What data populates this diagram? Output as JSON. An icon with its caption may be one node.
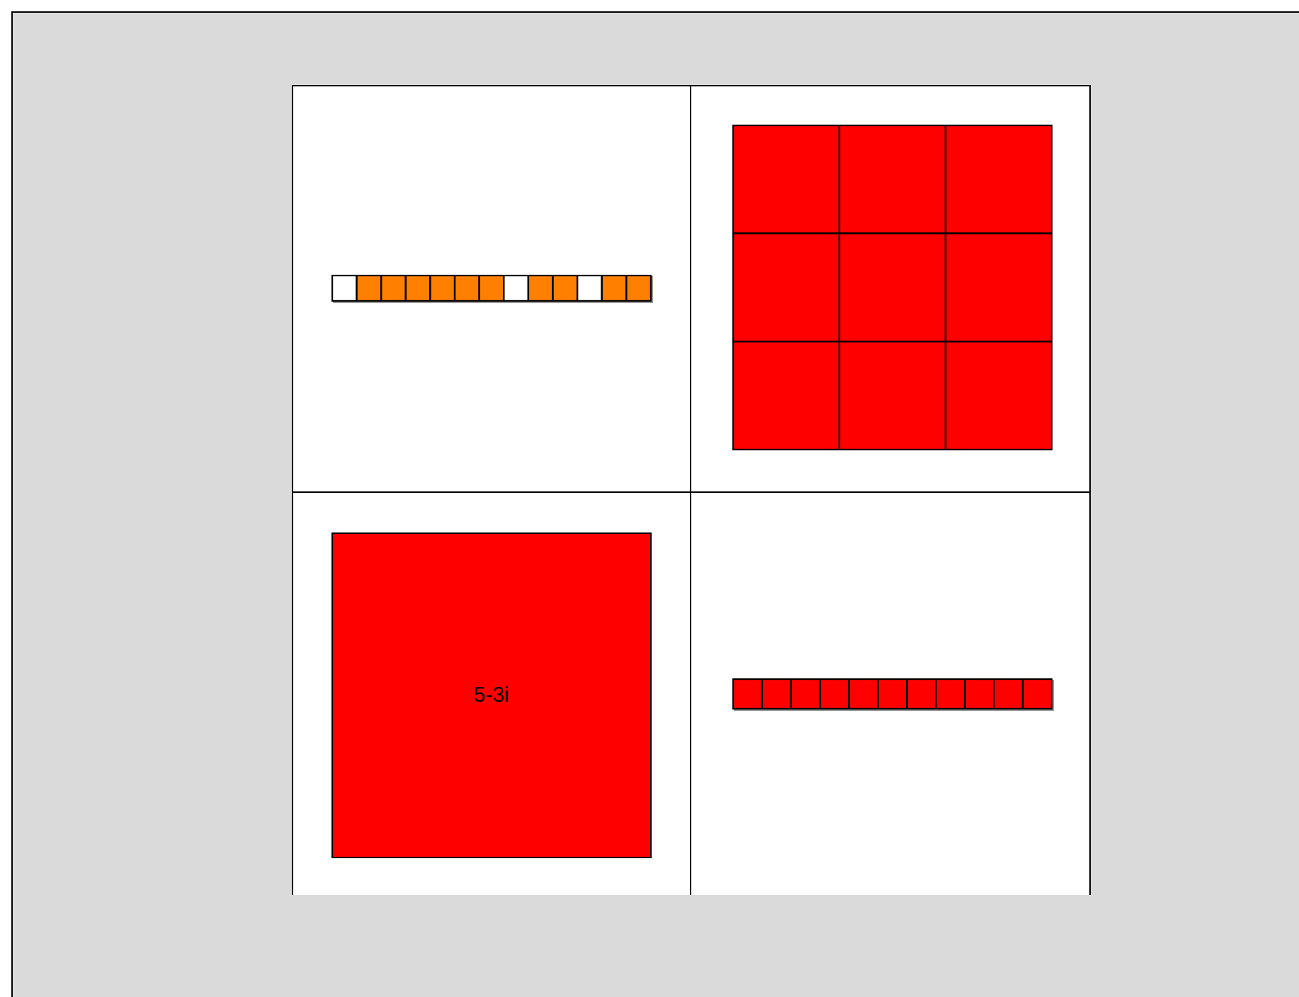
{
  "diagram": {
    "nodes": [
      {
        "text": [],
        "shape": "box"
      },
      {
        "text": [],
        "shape": "box"
      },
      {
        "text": [],
        "shape": "box"
      },
      {
        "text": [],
        "shape": "box"
      },
      {
        "text": [],
        "shape": "bar",
        "in": 0
      },
      {
        "text": [],
        "shape": "box",
        "in": 1
      },
      {
        "text": [
          "5-3i"
        ],
        "in": 2
      },
      {
        "text": [],
        "shape": "bar",
        "in": 3
      }
    ]
  }
}
